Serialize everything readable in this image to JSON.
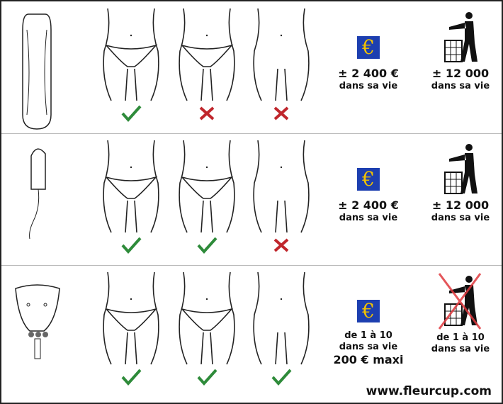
{
  "rows": [
    {
      "product_icon": "pad-icon",
      "marks": [
        "check",
        "cross",
        "cross"
      ],
      "cost": {
        "line1": "± 2 400 €",
        "line2": "dans sa vie"
      },
      "waste": {
        "line1": "± 12 000",
        "line2": "dans sa vie",
        "crossed": false
      }
    },
    {
      "product_icon": "tampon-icon",
      "marks": [
        "check",
        "check",
        "cross"
      ],
      "cost": {
        "line1": "± 2 400 €",
        "line2": "dans sa vie"
      },
      "waste": {
        "line1": "± 12 000",
        "line2": "dans sa vie",
        "crossed": false
      }
    },
    {
      "product_icon": "menstrual-cup-icon",
      "marks": [
        "check",
        "check",
        "check"
      ],
      "cost": {
        "line1": "de 1 à 10",
        "line2": "dans sa vie",
        "line3": "200 € maxi"
      },
      "waste": {
        "line1": "de 1 à 10",
        "line2": "dans sa vie",
        "crossed": true
      }
    }
  ],
  "euro_symbol": "€",
  "footer": {
    "website": "www.fleurcup.com"
  },
  "colors": {
    "check": "#2e8b3a",
    "cross": "#c0262c",
    "euro_bg": "#1d3fb0",
    "euro_fg": "#f2c200"
  }
}
